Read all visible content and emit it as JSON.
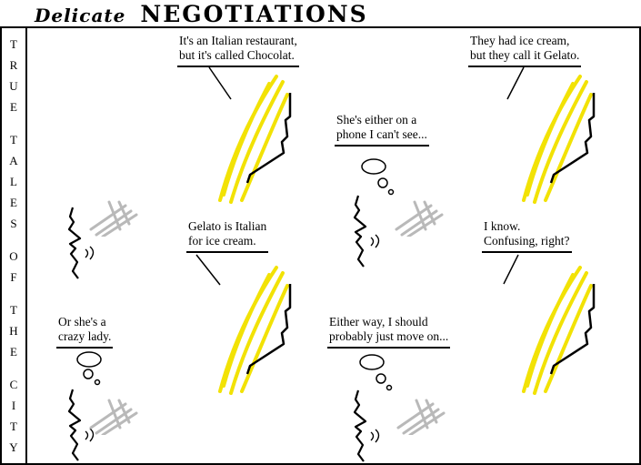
{
  "title": {
    "script": "Delicate",
    "main": "NEGOTIATIONS"
  },
  "sidebar": {
    "words": [
      "TRUE",
      "TALES",
      "OF",
      "THE",
      "CITY"
    ]
  },
  "captions": {
    "top_left": {
      "line1": "It's an Italian restaurant,",
      "line2": "but it's called Chocolat."
    },
    "top_right": {
      "line1": "They had ice cream,",
      "line2": "but they call it Gelato."
    },
    "mid_thought": {
      "line1": "She's either on a",
      "line2": "phone I can't see..."
    },
    "bottom_left": {
      "line1": "Gelato is Italian",
      "line2": "for ice cream."
    },
    "bottom_right": {
      "line1": "I know.",
      "line2": "Confusing, right?"
    },
    "left_thought": {
      "line1": "Or she's a",
      "line2": "crazy lady."
    },
    "bottom_thought": {
      "line1": "Either way, I should",
      "line2": "probably just move on..."
    }
  },
  "colors": {
    "hair_yellow": "#F2E205",
    "sketch_gray": "#B9B9B9",
    "ink_black": "#000000"
  }
}
